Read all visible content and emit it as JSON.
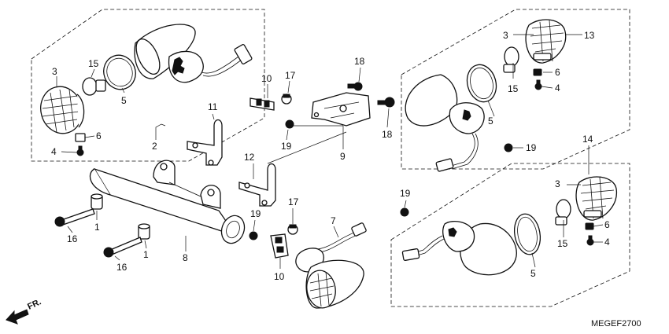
{
  "diagram": {
    "code": "MEGEF2700",
    "direction_label": "FR.",
    "callouts": [
      {
        "id": "c-1a",
        "text": "1"
      },
      {
        "id": "c-1b",
        "text": "1"
      },
      {
        "id": "c-2",
        "text": "2"
      },
      {
        "id": "c-3a",
        "text": "3"
      },
      {
        "id": "c-3b",
        "text": "3"
      },
      {
        "id": "c-3c",
        "text": "3"
      },
      {
        "id": "c-4a",
        "text": "4"
      },
      {
        "id": "c-4b",
        "text": "4"
      },
      {
        "id": "c-4c",
        "text": "4"
      },
      {
        "id": "c-5a",
        "text": "5"
      },
      {
        "id": "c-5b",
        "text": "5"
      },
      {
        "id": "c-5c",
        "text": "5"
      },
      {
        "id": "c-6a",
        "text": "6"
      },
      {
        "id": "c-6b",
        "text": "6"
      },
      {
        "id": "c-6c",
        "text": "6"
      },
      {
        "id": "c-7",
        "text": "7"
      },
      {
        "id": "c-8",
        "text": "8"
      },
      {
        "id": "c-9",
        "text": "9"
      },
      {
        "id": "c-10a",
        "text": "10"
      },
      {
        "id": "c-10b",
        "text": "10"
      },
      {
        "id": "c-11",
        "text": "11"
      },
      {
        "id": "c-12",
        "text": "12"
      },
      {
        "id": "c-13",
        "text": "13"
      },
      {
        "id": "c-14",
        "text": "14"
      },
      {
        "id": "c-15a",
        "text": "15"
      },
      {
        "id": "c-15b",
        "text": "15"
      },
      {
        "id": "c-15c",
        "text": "15"
      },
      {
        "id": "c-16a",
        "text": "16"
      },
      {
        "id": "c-16b",
        "text": "16"
      },
      {
        "id": "c-17a",
        "text": "17"
      },
      {
        "id": "c-17b",
        "text": "17"
      },
      {
        "id": "c-18a",
        "text": "18"
      },
      {
        "id": "c-18b",
        "text": "18"
      },
      {
        "id": "c-19a",
        "text": "19"
      },
      {
        "id": "c-19b",
        "text": "19"
      },
      {
        "id": "c-19c",
        "text": "19"
      },
      {
        "id": "c-19d",
        "text": "19"
      }
    ]
  }
}
